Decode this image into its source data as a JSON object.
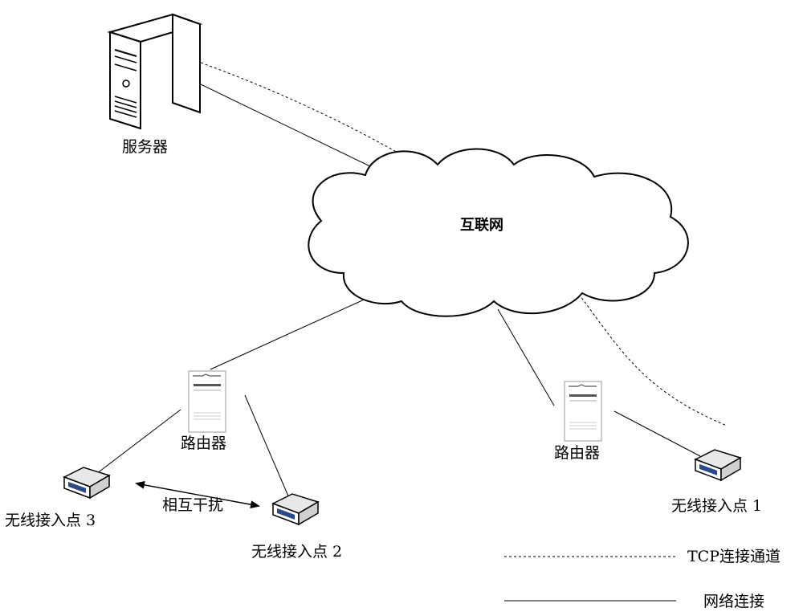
{
  "labels": {
    "server": "服务器",
    "internet": "互联网",
    "router_left": "路由器",
    "router_right": "路由器",
    "ap1": "无线接入点 1",
    "ap2": "无线接入点 2",
    "ap3": "无线接入点 3",
    "interference": "相互干扰"
  },
  "legend": {
    "tcp_channel": "TCP连接通道",
    "network_link": "网络连接"
  },
  "colors": {
    "line": "#000000",
    "device_fill": "#ffffff",
    "ap_screen": "#2b4a8a"
  }
}
